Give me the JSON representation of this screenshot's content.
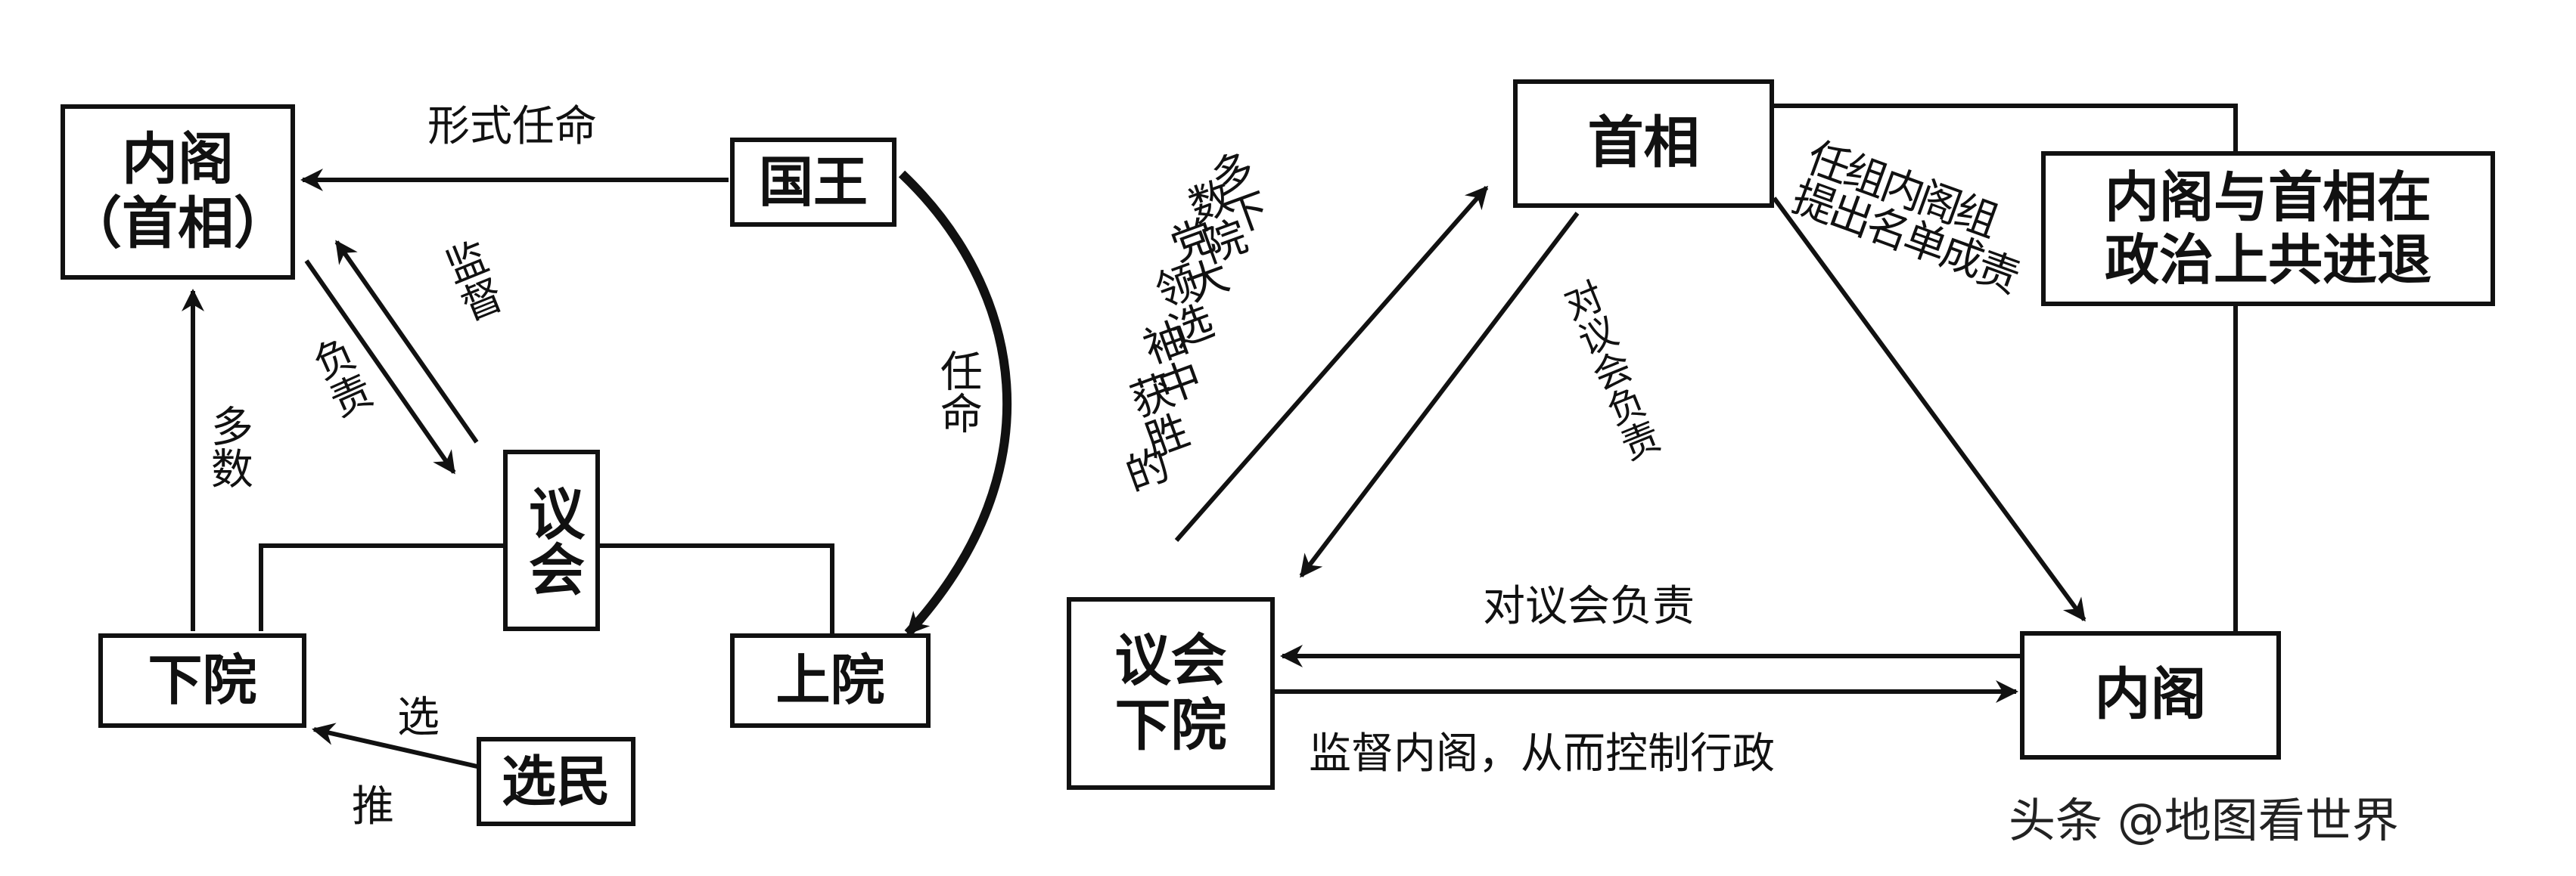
{
  "left_diagram": {
    "nodes": {
      "cabinet_line1": "内阁",
      "cabinet_line2": "（首相）",
      "king": "国王",
      "parliament": "议会",
      "lower_house": "下院",
      "upper_house": "上院",
      "voters": "选民"
    },
    "edges": {
      "formal_appointment": "形式任命",
      "appoint": "任命",
      "supervise": "监督",
      "responsible": "负责",
      "majority": "多数",
      "elect": "选",
      "recommend": "推"
    }
  },
  "right_diagram": {
    "nodes": {
      "pm": "首相",
      "cabinet": "内阁",
      "parliament_line1": "议会",
      "parliament_line2": "下院",
      "note_line1": "内阁与首相在",
      "note_line2": "政治上共进退"
    },
    "edges": {
      "leader_col1": "多下",
      "leader_col2": "数院",
      "leader_col3": "党大",
      "leader_col4": "领选",
      "leader_col5": "袖中",
      "leader_col6": "获胜",
      "leader_col7": "的",
      "pm_resp_parliament": "对议会负责",
      "form_col1": "任提",
      "form_col2": "组出",
      "form_col3": "内名",
      "form_col4": "阁单",
      "form_col5": "组成",
      "form_col6": "责",
      "cabinet_resp_parliament": "对议会负责",
      "supervise_cabinet": "监督内阁，从而控制行政"
    }
  },
  "watermark": "头条 @地图看世界"
}
